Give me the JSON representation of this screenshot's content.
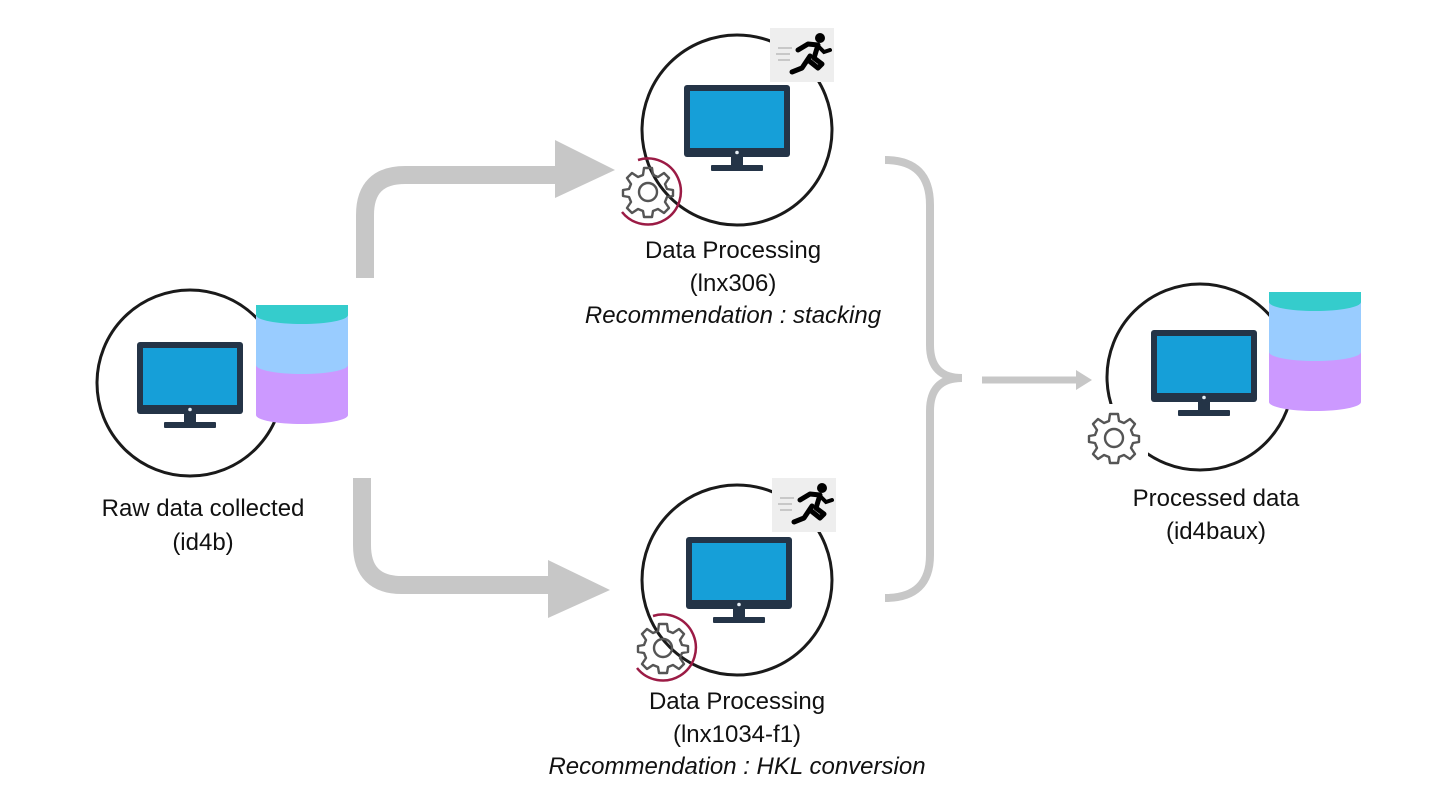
{
  "colors": {
    "arrow": "#c7c7c7",
    "monitor_frame": "#243447",
    "monitor_screen": "#169fd8",
    "db_top": "#35cccc",
    "db_middle": "#99ccff",
    "db_bottom": "#cc99ff",
    "gear": "#555555",
    "refresh_arrow": "#9b1b45"
  },
  "nodes": {
    "raw": {
      "title": "Raw data collected",
      "host": "(id4b)",
      "icons": [
        "monitor-icon",
        "database-icon"
      ]
    },
    "proc_top": {
      "title": "Data Processing",
      "host": "(lnx306)",
      "recommendation": "Recommendation : stacking",
      "icons": [
        "monitor-icon",
        "running-person-icon",
        "gear-refresh-icon"
      ]
    },
    "proc_bottom": {
      "title": "Data Processing",
      "host": "(lnx1034-f1)",
      "recommendation": "Recommendation : HKL conversion",
      "icons": [
        "monitor-icon",
        "running-person-icon",
        "gear-refresh-icon"
      ]
    },
    "processed": {
      "title": "Processed data",
      "host": "(id4baux)",
      "icons": [
        "monitor-icon",
        "database-icon",
        "gear-icon"
      ]
    }
  }
}
